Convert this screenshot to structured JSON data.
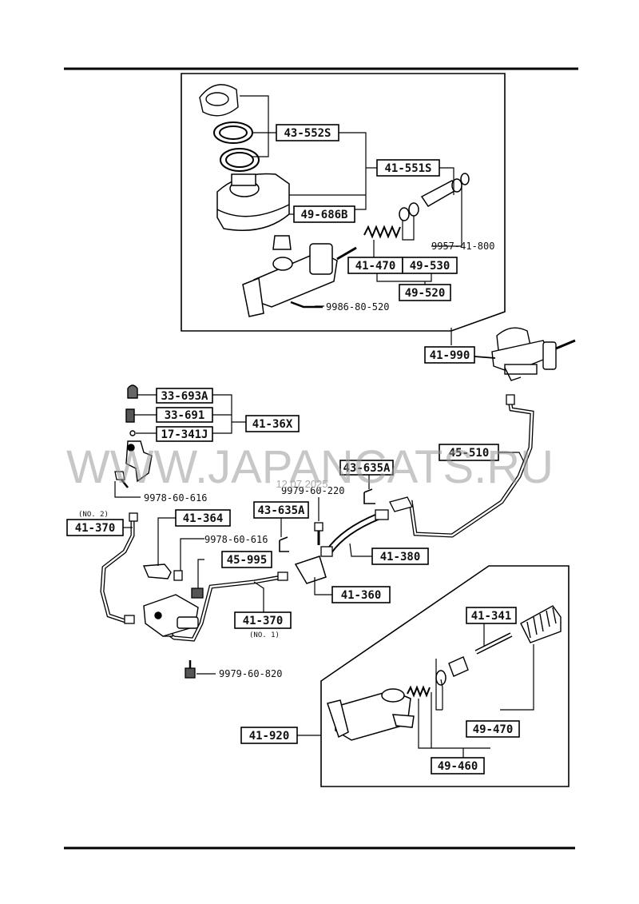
{
  "watermark": {
    "text": "WWW.JAPANCATS.RU",
    "date": "12.07.2025"
  },
  "labels": {
    "p43_552S": "43-552S",
    "p41_551S": "41-551S",
    "p49_686B": "49-686B",
    "p9957_41_800": "9957-41-800",
    "p41_470": "41-470",
    "p49_530": "49-530",
    "p49_520": "49-520",
    "p9986_80_520": "9986-80-520",
    "p41_990": "41-990",
    "p33_693A": "33-693A",
    "p33_691": "33-691",
    "p17_341J": "17-341J",
    "p41_36X": "41-36X",
    "p9978_60_616_a": "9978-60-616",
    "p45_510": "45-510",
    "p43_635A_a": "43-635A",
    "p9979_60_220": "9979-60-220",
    "p43_635A_b": "43-635A",
    "no2": "(NO. 2)",
    "p41_370_a": "41-370",
    "p41_364": "41-364",
    "p9978_60_616_b": "9978-60-616",
    "p45_995": "45-995",
    "p41_380": "41-380",
    "p41_360": "41-360",
    "p41_370_b": "41-370",
    "no1": "(NO. 1)",
    "p9979_60_820": "9979-60-820",
    "p41_341": "41-341",
    "p41_920": "41-920",
    "p49_470": "49-470",
    "p49_460": "49-460"
  }
}
